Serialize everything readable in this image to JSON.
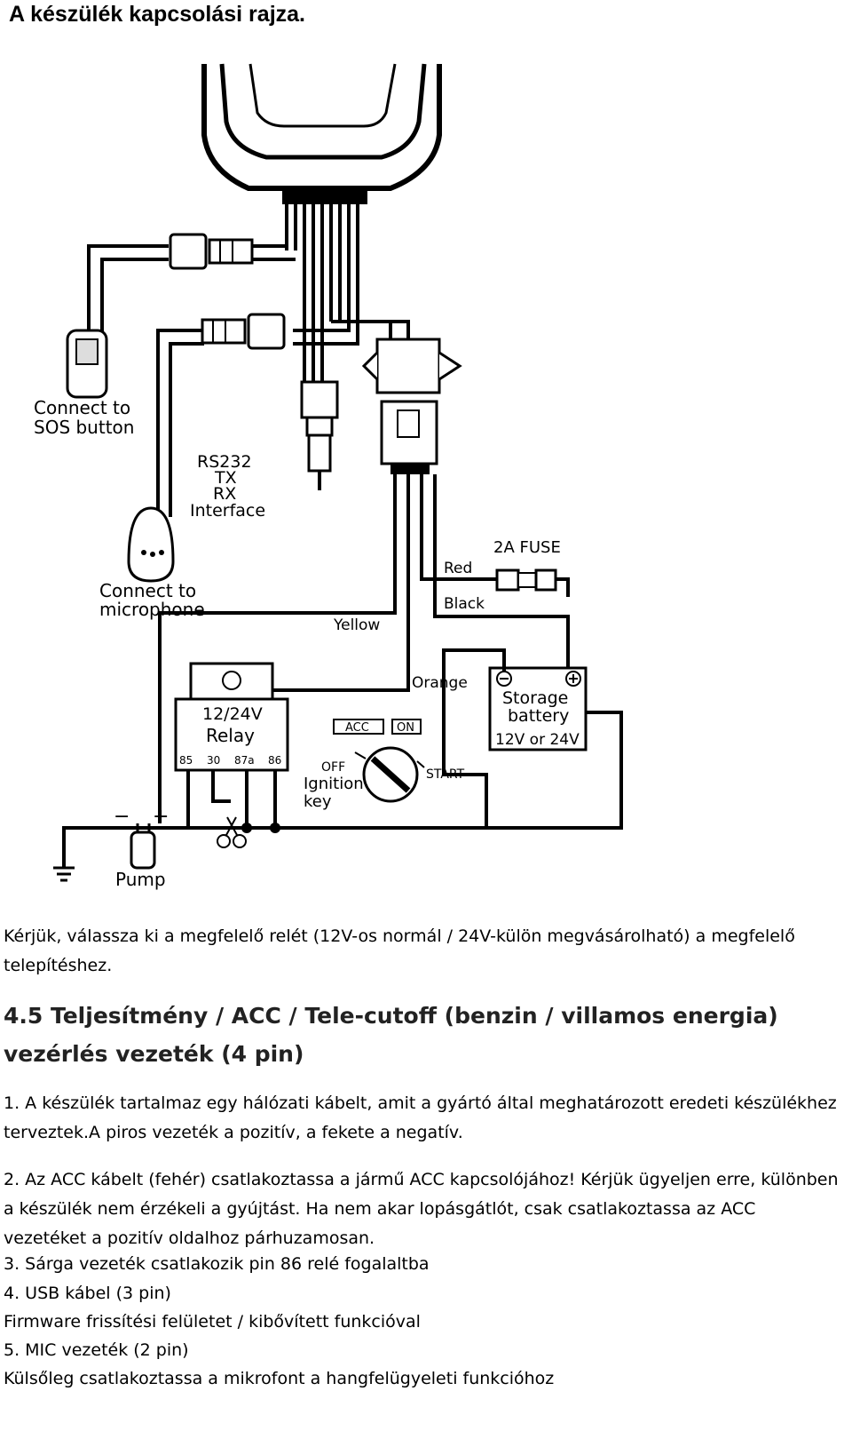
{
  "page_title": "A készülék kapcsolási rajza.",
  "diagram": {
    "labels": {
      "sos": [
        "Connect to",
        "SOS button"
      ],
      "rs232": [
        "RS232",
        "TX",
        "RX",
        "Interface"
      ],
      "mic": [
        "Connect to",
        "microphone"
      ],
      "yellow": "Yellow",
      "red": "Red",
      "black": "Black",
      "fuse": "2A  FUSE",
      "orange": "Orange",
      "battery": [
        "Storage",
        "battery",
        "12V or 24V"
      ],
      "relay": [
        "12/24V",
        "Relay"
      ],
      "relay_pins": [
        "85",
        "30",
        "87a",
        "86"
      ],
      "acc": "ACC",
      "on": "ON",
      "off": "OFF",
      "start": "START",
      "ignition": [
        "Ignition",
        "key"
      ],
      "pump": "Pump",
      "minus": "−",
      "plus": "+"
    }
  },
  "paragraphs": {
    "intro": "Kérjük, válassza ki a megfelelő relét (12V-os normál / 24V-külön megvásárolható) a megfelelő telepítéshez.",
    "heading": "4.5 Teljesítmény / ACC / Tele-cutoff (benzin / villamos energia) vezérlés vezeték (4 pin)",
    "p1": "1. A készülék tartalmaz egy hálózati kábelt, amit a gyártó által meghatározott eredeti készülékhez terveztek.A piros vezeték a pozitív, a fekete a negatív.",
    "p2": "2. Az ACC kábelt (fehér) csatlakoztassa a jármű ACC kapcsolójához! Kérjük ügyeljen erre, különben a készülék nem érzékeli a gyújtást. Ha nem akar lopásgátlót, csak csatlakoztassa az ACC vezetéket a pozitív oldalhoz párhuzamosan.",
    "p3": "3. Sárga vezeték csatlakozik pin 86 relé fogalaltba",
    "p4": "4. USB kábel (3 pin)",
    "p5": "Firmware frissítési felületet / kibővített funkcióval",
    "p6": "5. MIC vezeték (2 pin)",
    "p7": "Külsőleg csatlakoztassa a mikrofont a hangfelügyeleti funkcióhoz"
  }
}
